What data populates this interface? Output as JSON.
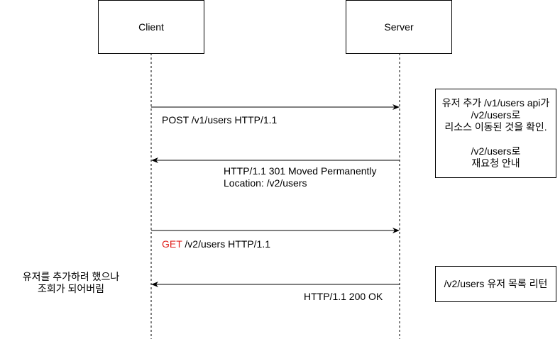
{
  "participants": {
    "client": "Client",
    "server": "Server"
  },
  "messages": {
    "m1": {
      "text": "POST /v1/users HTTP/1.1"
    },
    "m2": {
      "line1": "HTTP/1.1 301 Moved Permanently",
      "line2": "Location: /v2/users"
    },
    "m3": {
      "method": "GET",
      "rest": " /v2/users HTTP/1.1",
      "method_color": "#e0231f"
    },
    "m4": {
      "text": "HTTP/1.1 200 OK"
    }
  },
  "notes": {
    "server_note1": {
      "line1": "유저 추가 /v1/users api가",
      "line2": "/v2/users로",
      "line3": "리소스 이동된 것을 확인.",
      "line4": "/v2/users로",
      "line5": "재요청 안내"
    },
    "server_note2": {
      "text": "/v2/users 유저 목록 리턴"
    },
    "client_note": {
      "line1": "유저를 추가하려 했으나",
      "line2": "조회가 되어버림"
    }
  }
}
